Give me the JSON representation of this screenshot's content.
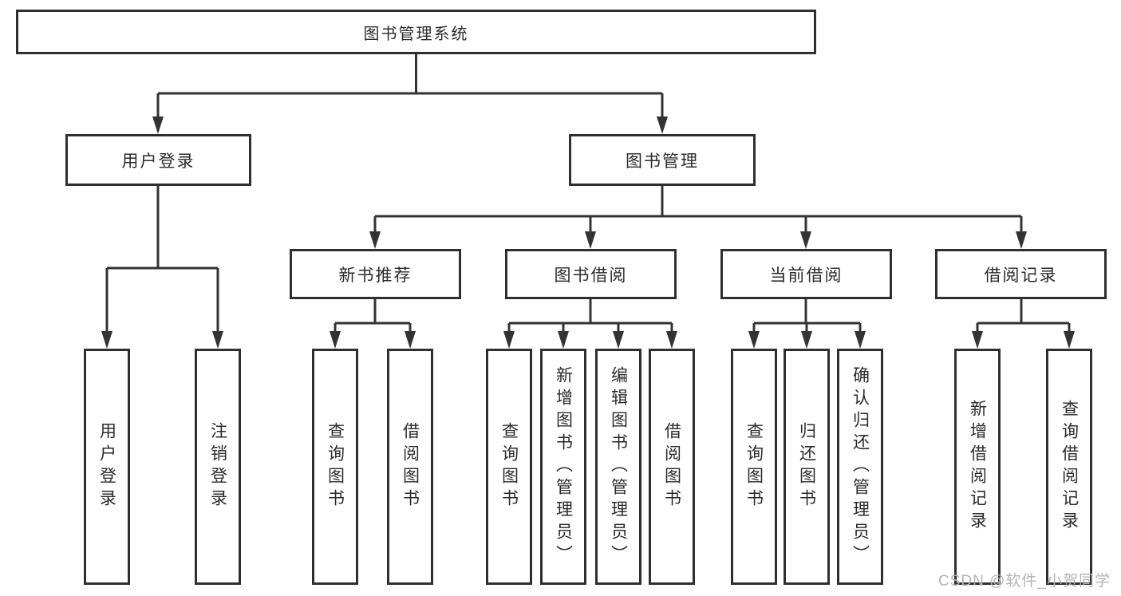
{
  "diagram": {
    "root": {
      "label": "图书管理系统"
    },
    "level2": {
      "user_login": {
        "label": "用户登录"
      },
      "book_management": {
        "label": "图书管理"
      }
    },
    "level3": {
      "new_book_recommendation": {
        "label": "新书推荐"
      },
      "book_borrowing": {
        "label": "图书借阅"
      },
      "current_borrowing": {
        "label": "当前借阅"
      },
      "borrowing_records": {
        "label": "借阅记录"
      }
    },
    "leaves": {
      "user_login": [
        "用户登录",
        "注销登录"
      ],
      "new_book_recommendation": [
        "查询图书",
        "借阅图书"
      ],
      "book_borrowing": [
        "查询图书",
        "新增图书（管理员）",
        "编辑图书（管理员）",
        "借阅图书"
      ],
      "current_borrowing": [
        "查询图书",
        "归还图书",
        "确认归还（管理员）"
      ],
      "borrowing_records": [
        "新增借阅记录",
        "查询借阅记录"
      ]
    }
  },
  "watermark": "CSDN @软件_小贺同学",
  "colors": {
    "line": "#333333",
    "border": "#2f2f2f",
    "text": "#2b2b2b",
    "watermark": "#b4b4b4",
    "background": "#ffffff"
  }
}
